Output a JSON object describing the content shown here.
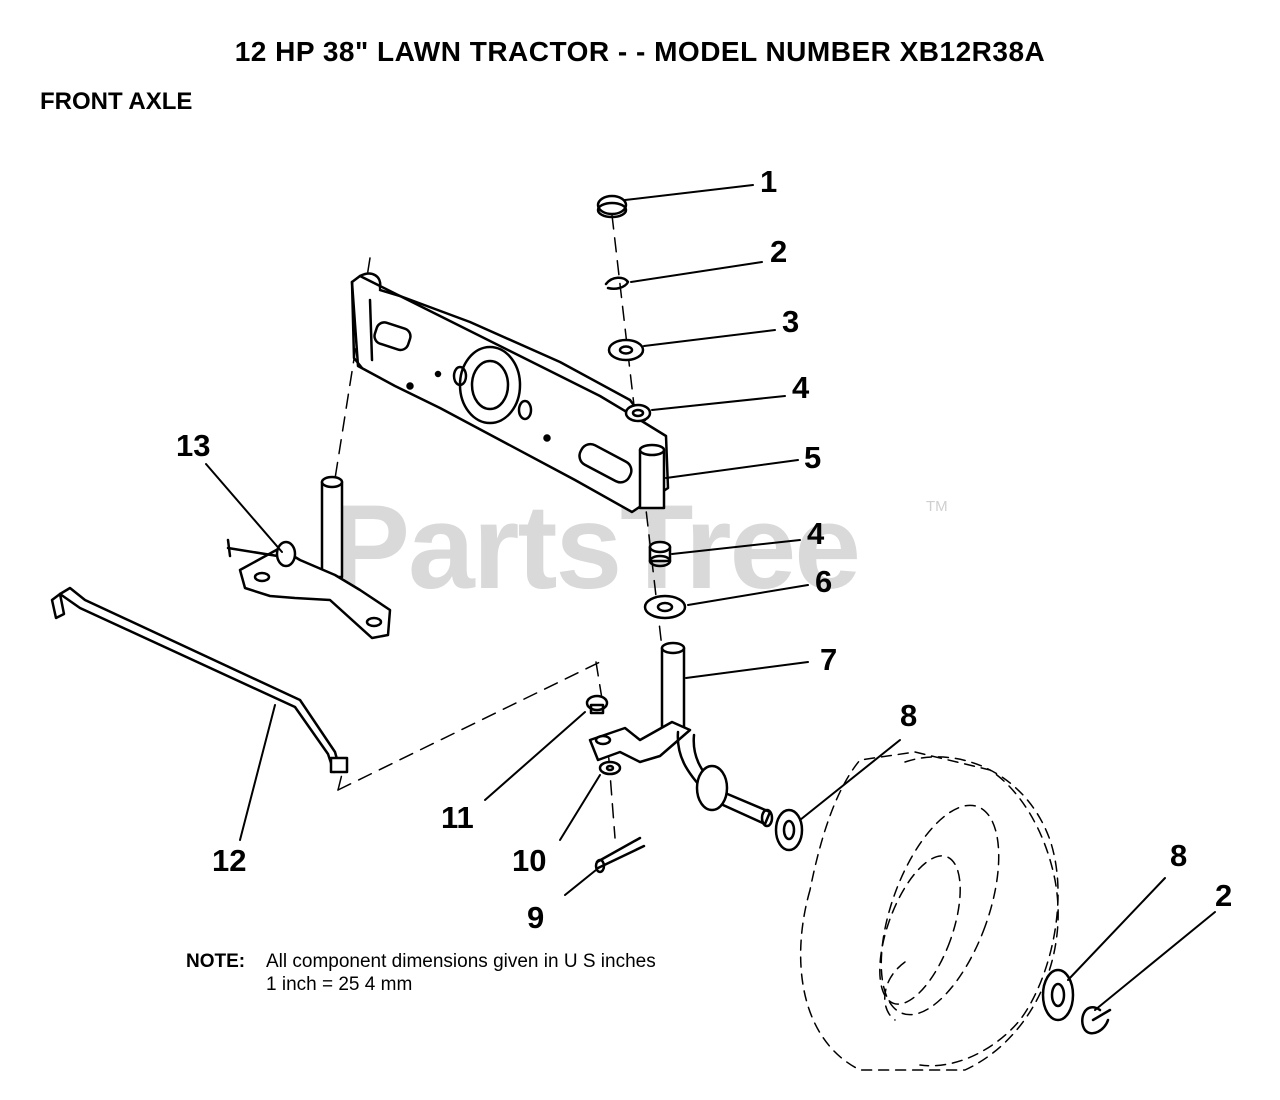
{
  "header": {
    "title": "12 HP 38\" LAWN TRACTOR - - MODEL NUMBER XB12R38A",
    "section": "FRONT AXLE"
  },
  "callouts": [
    "1",
    "2",
    "3",
    "4",
    "5",
    "4",
    "6",
    "7",
    "8",
    "11",
    "10",
    "9",
    "12",
    "13",
    "8",
    "2"
  ],
  "note": {
    "label": "NOTE:",
    "line1": "All component dimensions given in U S  inches",
    "line2": "1 inch = 25 4 mm"
  },
  "watermark": {
    "text": "PartsTree",
    "tm": "TM",
    "color": "#d9d9d9"
  },
  "colors": {
    "ink": "#000000",
    "background": "#ffffff"
  }
}
